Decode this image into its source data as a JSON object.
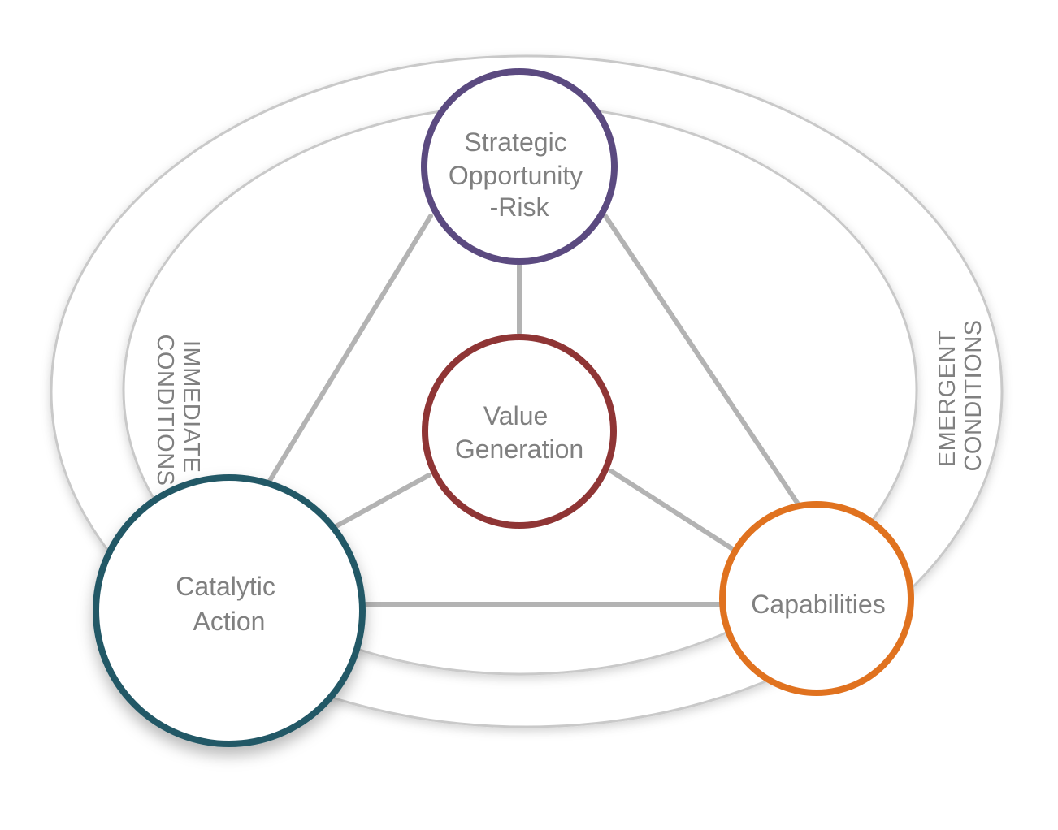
{
  "diagram": {
    "nodes": {
      "strategic": {
        "lines": [
          "Strategic",
          "Opportunity",
          "-Risk"
        ],
        "color": "#5b4a80"
      },
      "value": {
        "lines": [
          "Value",
          "Generation"
        ],
        "color": "#8f3535"
      },
      "catalytic": {
        "lines": [
          "Catalytic",
          "Action"
        ],
        "color": "#245866"
      },
      "capabilities": {
        "lines": [
          "Capabilities"
        ],
        "color": "#e0721f"
      }
    },
    "conditions": {
      "immediate": [
        "IMMEDIATE",
        "CONDITIONS"
      ],
      "emergent": [
        "EMERGENT",
        "CONDITIONS"
      ]
    },
    "colors": {
      "connector": "#b3b3b3",
      "ring": "#c9c9c9",
      "text": "#808080"
    }
  }
}
